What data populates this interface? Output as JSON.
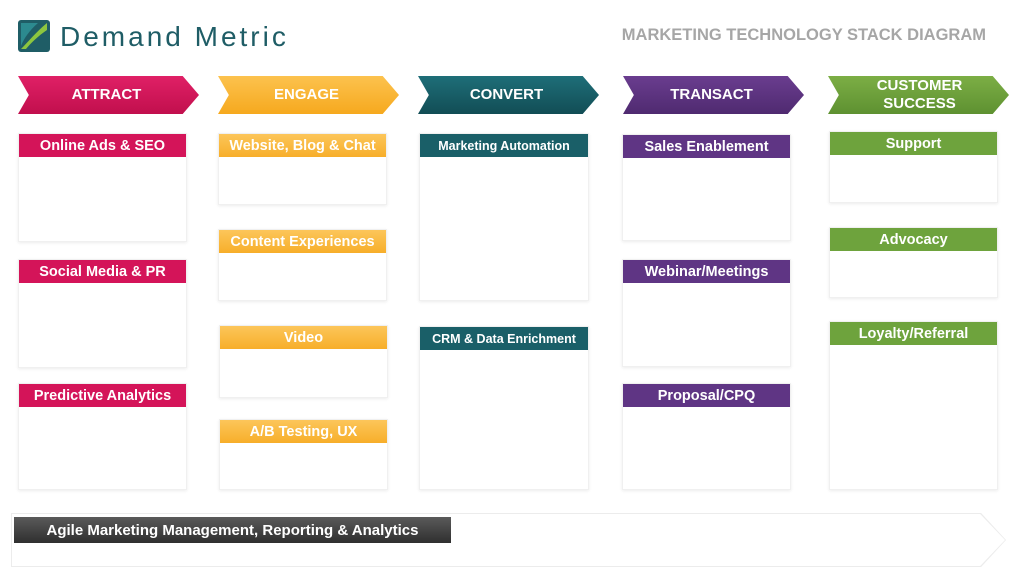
{
  "header": {
    "logo_text": "Demand Metric",
    "title": "MARKETING TECHNOLOGY STACK DIAGRAM"
  },
  "stages": {
    "attract": "ATTRACT",
    "engage": "ENGAGE",
    "convert": "CONVERT",
    "transact": "TRANSACT",
    "success": "CUSTOMER SUCCESS"
  },
  "categories": {
    "attract": [
      "Online Ads & SEO",
      "Social Media & PR",
      "Predictive Analytics"
    ],
    "engage": [
      "Website, Blog & Chat",
      "Content Experiences",
      "Video",
      "A/B Testing, UX"
    ],
    "convert": [
      "Marketing Automation",
      "CRM & Data Enrichment"
    ],
    "transact": [
      "Sales Enablement",
      "Webinar/Meetings",
      "Proposal/CPQ"
    ],
    "success": [
      "Support",
      "Advocacy",
      "Loyalty/Referral"
    ]
  },
  "footer": {
    "label": "Agile Marketing Management, Reporting & Analytics"
  },
  "colors": {
    "attract": "#d41459",
    "engage": "#f7ae2a",
    "convert": "#1a5f68",
    "transact": "#5f3584",
    "success": "#6ea33d",
    "logo": "#1f5d66",
    "title": "#a6a6a6"
  }
}
